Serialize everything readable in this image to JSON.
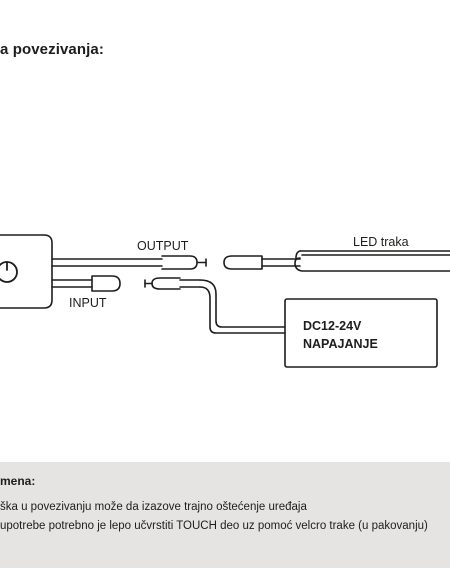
{
  "heading": "a povezivanja:",
  "diagram": {
    "output_label": "OUTPUT",
    "input_label": "INPUT",
    "led_label": "LED traka",
    "power_line1": "DC12-24V",
    "power_line2": "NAPAJANJE",
    "touch_icon": "power-button-icon"
  },
  "note": {
    "title": "mena:",
    "lines": [
      "ška u povezivanju može da izazove trajno oštećenje uređaja",
      "upotrebe potrebno je lepo učvrstiti TOUCH deo uz pomoć velcro trake (u pakovanju)"
    ]
  },
  "colors": {
    "ink": "#1d1d1b",
    "note_background": "#e6e4e3"
  }
}
